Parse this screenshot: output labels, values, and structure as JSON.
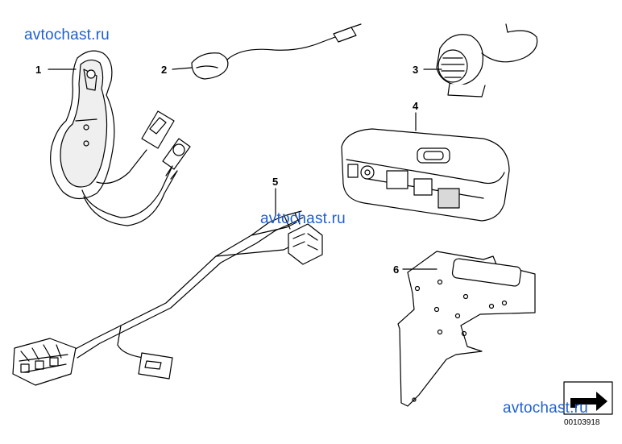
{
  "watermarks": [
    "avtochast.ru",
    "avtochast.ru",
    "avtochast.ru"
  ],
  "callouts": [
    "1",
    "2",
    "3",
    "4",
    "5",
    "6"
  ],
  "diagram_id": "00103918",
  "colors": {
    "watermark": "#1e5fd1",
    "line": "#000000",
    "part_fill": "#ffffff",
    "part_shade": "#d9d9d9"
  },
  "icons": {
    "corner_badge": "arrow-badge-icon"
  }
}
